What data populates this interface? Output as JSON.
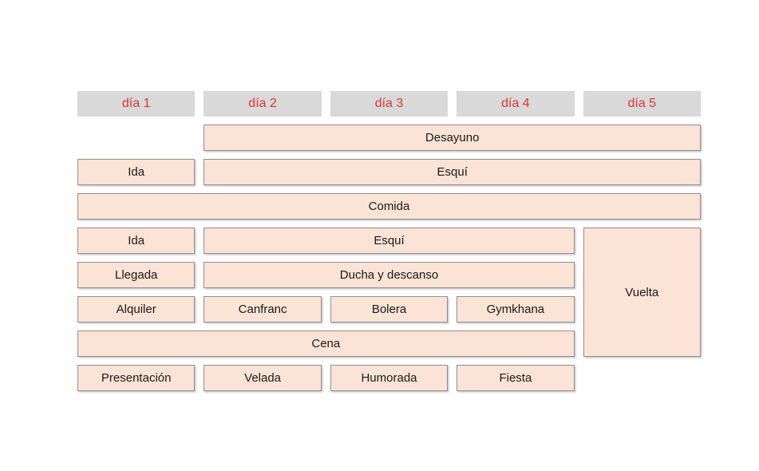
{
  "schedule": {
    "days": [
      "día 1",
      "día 2",
      "día 3",
      "día 4",
      "día 5"
    ],
    "cells": {
      "desayuno": "Desayuno",
      "ida_manana": "Ida",
      "esqui_manana": "Esquí",
      "comida": "Comida",
      "ida_tarde": "Ida",
      "esqui_tarde": "Esquí",
      "vuelta": "Vuelta",
      "llegada": "Llegada",
      "ducha": "Ducha y descanso",
      "alquiler": "Alquiler",
      "canfranc": "Canfranc",
      "bolera": "Bolera",
      "gymkhana": "Gymkhana",
      "cena": "Cena",
      "presentacion": "Presentación",
      "velada": "Velada",
      "humorada": "Humorada",
      "fiesta": "Fiesta"
    }
  },
  "colors": {
    "day_text": "#e5342b",
    "day_bg": "#d9d9d9",
    "cell_bg": "#fbe3d5",
    "cell_border": "#8f8f8f"
  }
}
